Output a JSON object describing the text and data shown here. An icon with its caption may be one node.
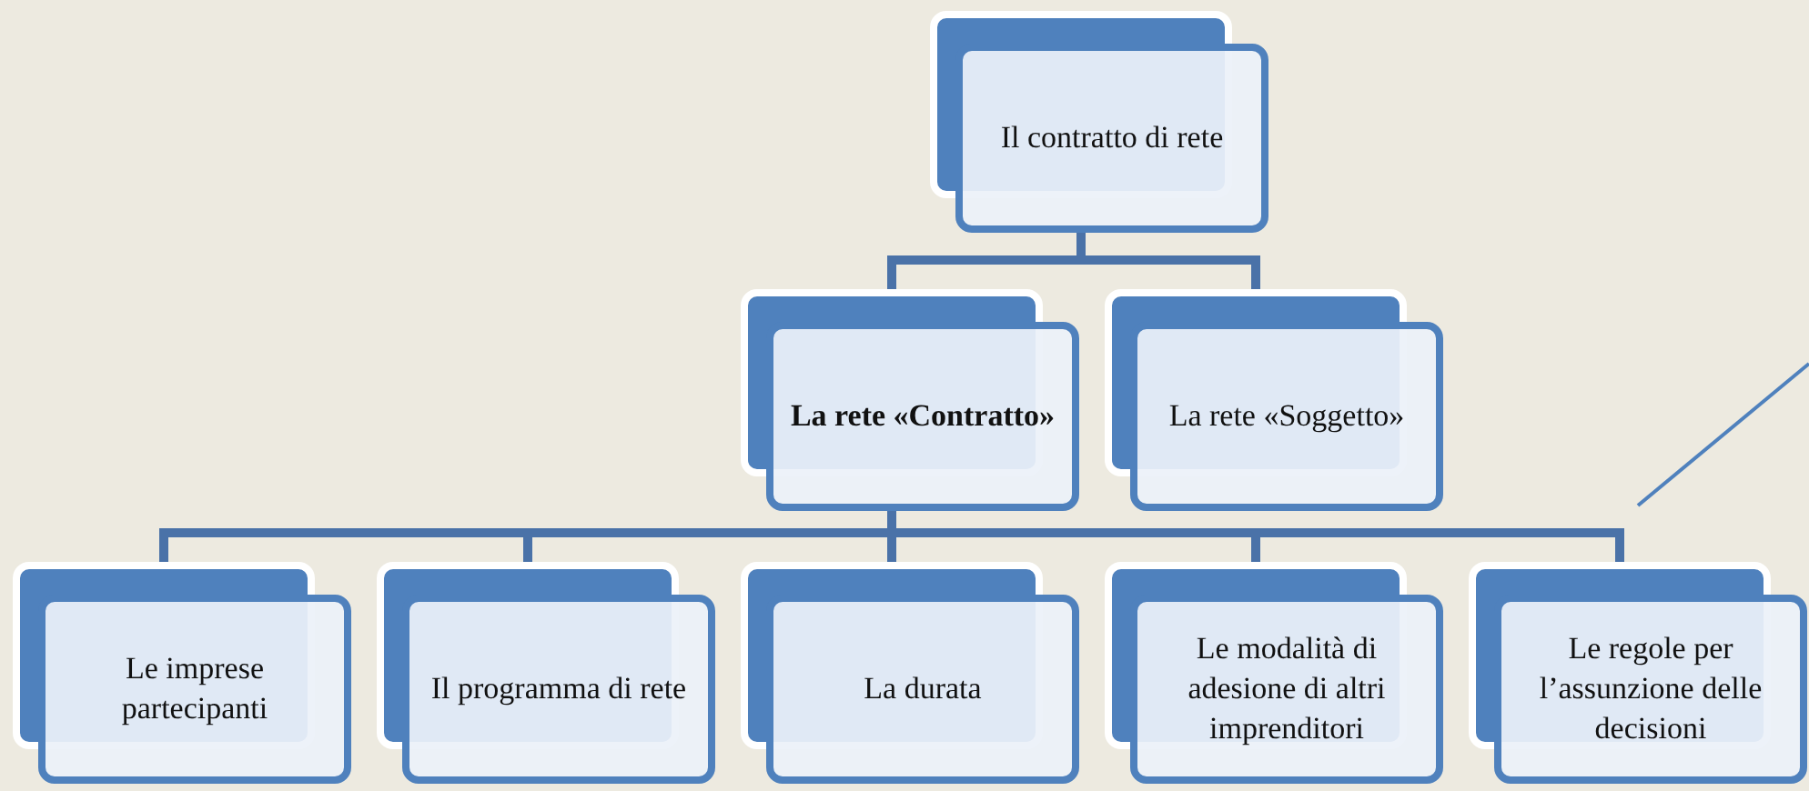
{
  "diagram": {
    "nodes": [
      {
        "text": [
          "Il contratto di rete"
        ]
      },
      {
        "text": [
          "La rete «Contratto»"
        ]
      },
      {
        "text": [
          "La rete «Soggetto»"
        ]
      },
      {
        "text": [
          "Le imprese partecipanti"
        ]
      },
      {
        "text": [
          "Il programma di rete"
        ]
      },
      {
        "text": [
          "La durata"
        ]
      },
      {
        "text": [
          "Le modalità di adesione di altri imprenditori"
        ]
      },
      {
        "text": [
          "Le regole per l’assunzione delle decisioni"
        ]
      }
    ],
    "edges": [
      {
        "from": 0,
        "to": 1,
        "arrow": "none"
      },
      {
        "from": 0,
        "to": 2,
        "arrow": "none"
      },
      {
        "from": 1,
        "to": 3,
        "arrow": "none"
      },
      {
        "from": 1,
        "to": 4,
        "arrow": "none"
      },
      {
        "from": 1,
        "to": 5,
        "arrow": "none"
      },
      {
        "from": 1,
        "to": 6,
        "arrow": "none"
      },
      {
        "from": 1,
        "to": 7,
        "arrow": "none"
      }
    ]
  }
}
